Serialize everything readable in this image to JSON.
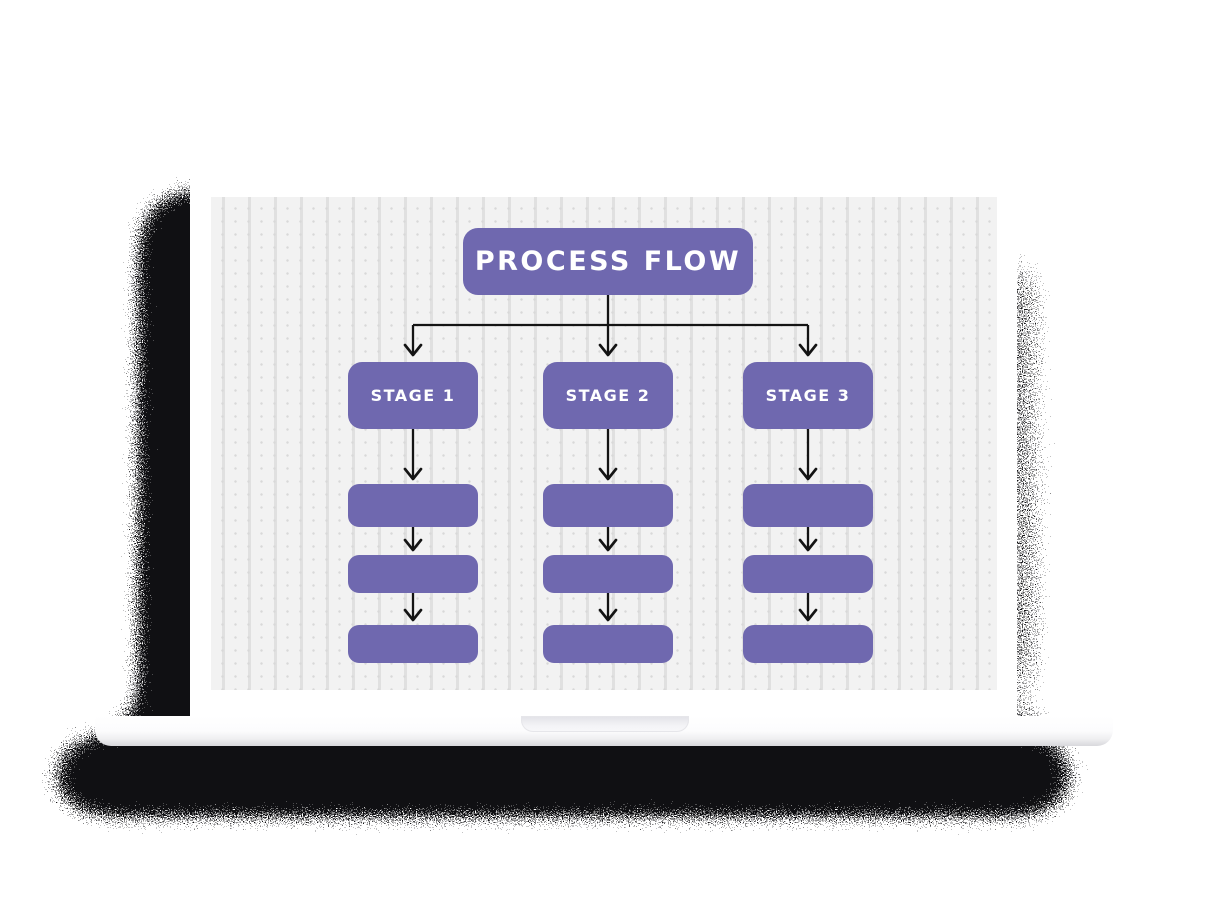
{
  "flowchart": {
    "title": "PROCESS FLOW",
    "stages": [
      {
        "label": "STAGE 1",
        "empty_steps": 3
      },
      {
        "label": "STAGE 2",
        "empty_steps": 3
      },
      {
        "label": "STAGE 3",
        "empty_steps": 3
      }
    ],
    "colors": {
      "node_fill": "#6f68af",
      "node_text": "#ffffff",
      "connector": "#141414",
      "canvas_background": "#f2f2f2",
      "dot_grid": "#d8d8d8"
    }
  },
  "device": {
    "frame_color": "#ffffff",
    "shadow_color": "#101013"
  }
}
